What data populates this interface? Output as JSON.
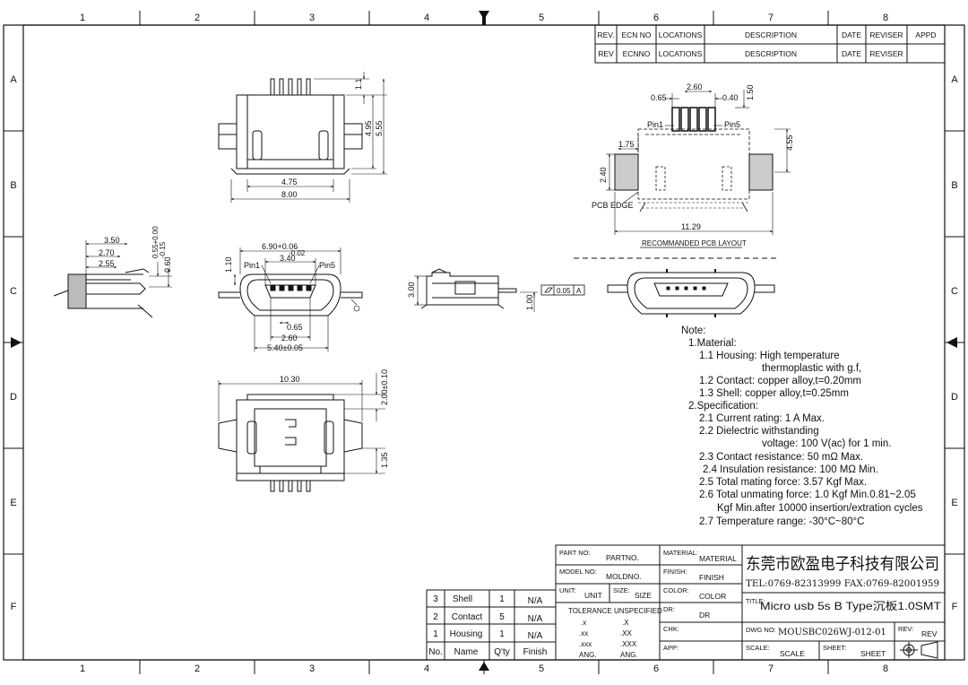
{
  "border": {
    "cols": [
      "1",
      "2",
      "3",
      "4",
      "5",
      "6",
      "7",
      "8"
    ],
    "rows": [
      "A",
      "B",
      "C",
      "D",
      "E",
      "F"
    ]
  },
  "revision_table": {
    "header": [
      "REV.",
      "ECN NO",
      "LOCATIONS",
      "DESCRIPTION",
      "DATE",
      "REVISER",
      "APPD"
    ],
    "row": [
      "REV",
      "ECNNO",
      "LOCATIONS",
      "DESCRIPTION",
      "DATE",
      "REVISER"
    ]
  },
  "dims": {
    "top_view": [
      "1.1",
      "4.95",
      "5.55",
      "4.75",
      "8.00"
    ],
    "side_left": [
      "3.50",
      "2.70",
      "2.55",
      "0.55+0.00",
      "-0.15",
      "0.60"
    ],
    "front_view": [
      "6.90+0.06",
      "-0.02",
      "1.10",
      "3.40",
      "Pin1",
      "Pin5",
      "0.65",
      "2.60",
      "5.40±0.05"
    ],
    "side_right": [
      "3.00",
      "1.00",
      "0.05",
      "A"
    ],
    "bottom_view": [
      "10.30",
      "2.00±0.10",
      "1.35"
    ],
    "pcb": [
      "2.60",
      "0.65",
      "0.40",
      "1.50",
      "Pin1",
      "Pin5",
      "1.75",
      "4.55",
      "2.40",
      "PCB EDGE",
      "11.29"
    ],
    "pcb_title": "RECOMMANDED PCB LAYOUT"
  },
  "notes": [
    "Note:",
    "1.Material:",
    "1.1 Housing: High temperature",
    "thermoplastic with g.f,",
    "1.2 Contact: copper alloy,t=0.20mm",
    "1.3 Shell: copper alloy,t=0.25mm",
    "2.Specification:",
    "2.1 Current rating: 1 A Max.",
    "2.2 Dielectric withstanding",
    "voltage: 100 V(ac) for 1 min.",
    "2.3 Contact resistance: 50 mΩ Max.",
    "2.4 Insulation resistance: 100 MΩ Min.",
    "2.5 Total mating force: 3.57 Kgf Max.",
    "2.6 Total unmating force: 1.0 Kgf Min.0.81~2.05",
    "Kgf Min.after 10000 insertion/extration cycles",
    "2.7 Temperature range: -30°C~80°C"
  ],
  "bom": {
    "rows": [
      [
        "3",
        "Shell",
        "1",
        "N/A"
      ],
      [
        "2",
        "Contact",
        "5",
        "N/A"
      ],
      [
        "1",
        "Housing",
        "1",
        "N/A"
      ]
    ],
    "header": [
      "No.",
      "Name",
      "Q'ty",
      "Finish"
    ]
  },
  "title_block": {
    "part_no_label": "PART NO:",
    "part_no": "PARTNO.",
    "model_no_label": "MODEL NO:",
    "model_no": "MOLDNO.",
    "unit_label": "UNIT:",
    "unit": "UNIT",
    "size_label": "SIZE:",
    "size": "SIZE",
    "tolerance_label": "TOLERANCE UNSPECIFIED",
    "tol_left": [
      ".x",
      ".xx",
      ".xxx",
      "ANG."
    ],
    "tol_right": [
      ".X",
      ".XX",
      ".XXX",
      "ANG."
    ],
    "material_label": "MATERIAL:",
    "material": "MATERIAL",
    "finish_label": "FINISH:",
    "finish": "FINISH",
    "color_label": "COLOR:",
    "color": "COLOR",
    "dr_label": "DR:",
    "dr": "DR",
    "chk_label": "CHK:",
    "app_label": "APP:",
    "company": "东莞市欧盈电子科技有限公司",
    "contact": "TEL:0769-82313999 FAX:0769-82001959",
    "title_label": "TITLE:",
    "title": "Micro usb 5s B Type沉板1.0SMT",
    "dwg_label": "DWG NO:",
    "dwg_no": "MOUSBC026WJ-012-01",
    "rev_label": "REV:",
    "rev": "REV",
    "scale_label": "SCALE:",
    "scale": "SCALE",
    "sheet_label": "SHEET:",
    "sheet": "SHEET"
  }
}
